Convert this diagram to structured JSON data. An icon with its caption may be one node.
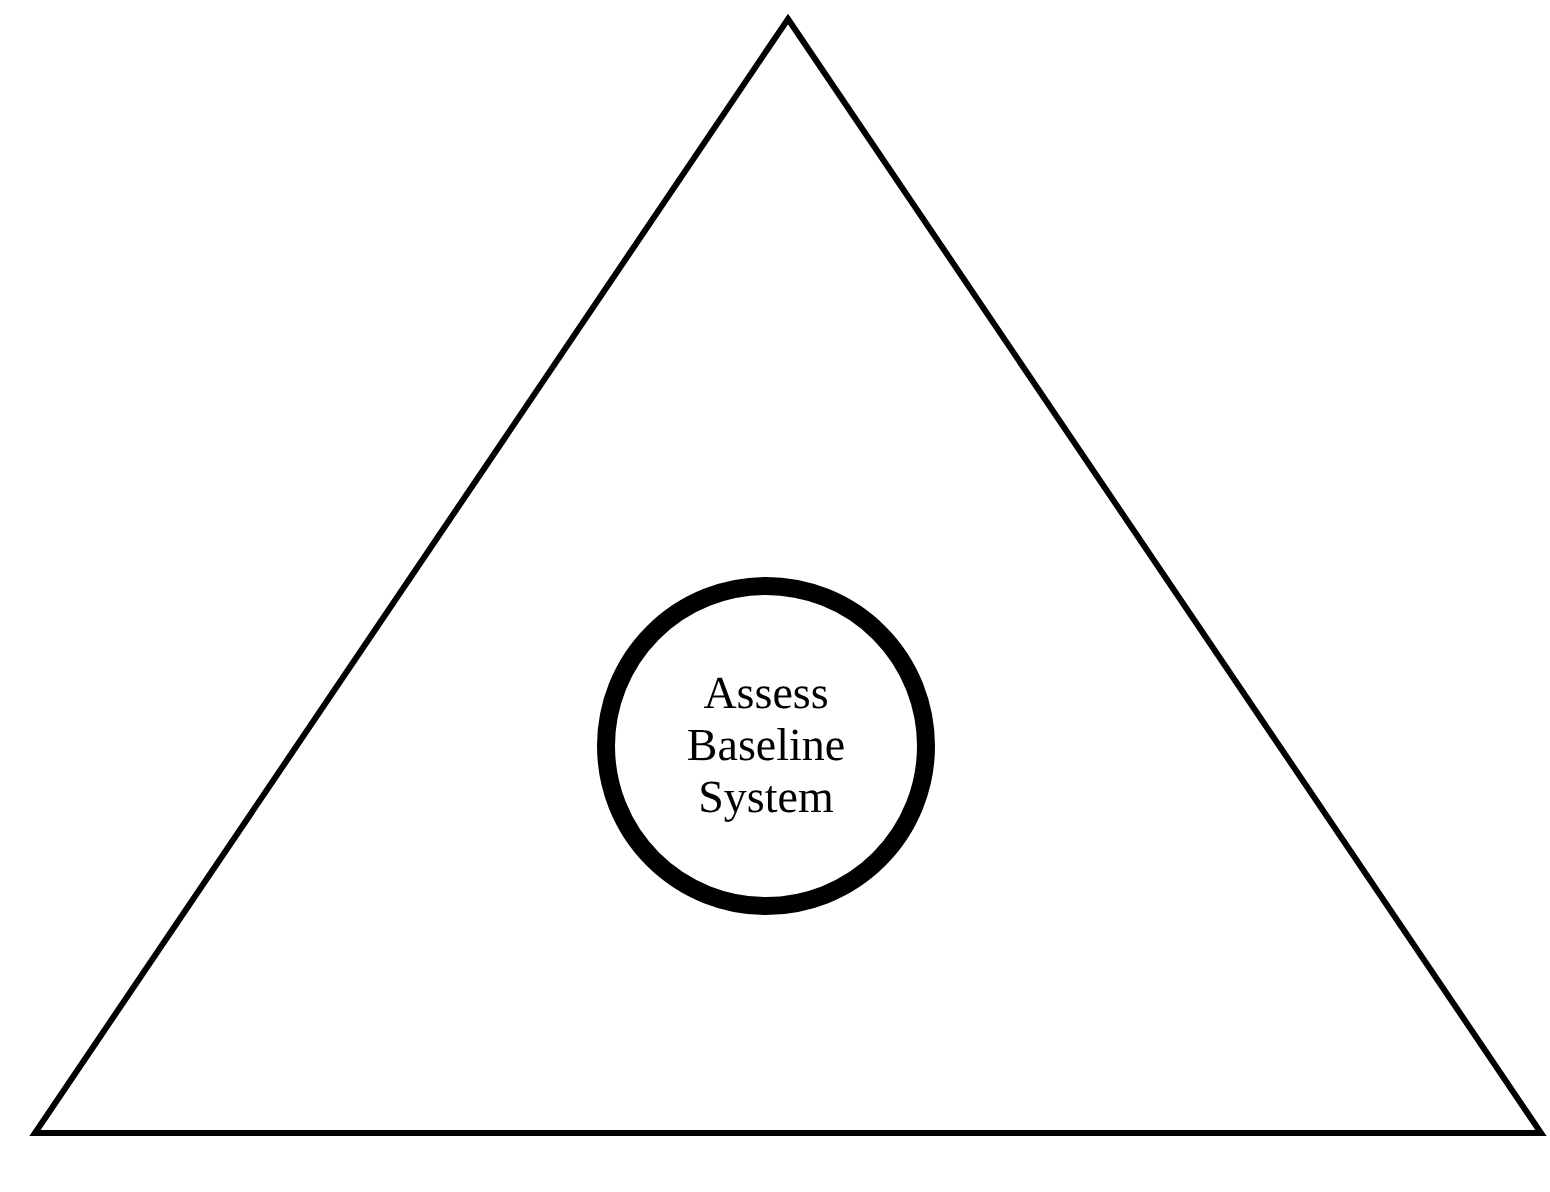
{
  "diagram": {
    "nodes": [
      {
        "text": [],
        "shape": "triangle"
      },
      {
        "text": [
          "Assess Baseline System"
        ],
        "in": 0
      }
    ]
  }
}
